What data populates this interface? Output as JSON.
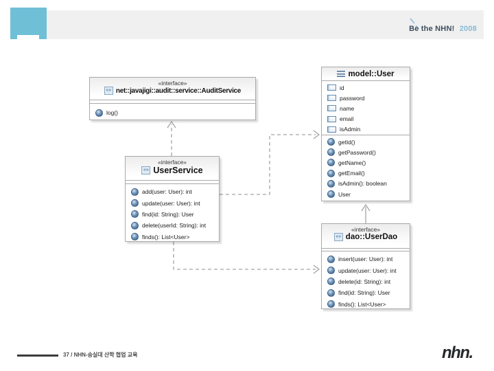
{
  "brand": {
    "text": "Be the NHN!",
    "year": "2008"
  },
  "footer": {
    "page_info": "37 / NHN-숭실대 산학 협업 교육",
    "logo_text": "nhn."
  },
  "colors": {
    "header_accent_blue": "#6fc0d6",
    "header_band_gray": "#f0f0f0",
    "brand_dark": "#3c4d5c",
    "brand_light_blue": "#85bad6",
    "box_border": "#a9a9a9",
    "connector_gray": "#a3a3a3",
    "method_icon_blue": "#31567e"
  },
  "diagram": {
    "classes": [
      {
        "id": "audit_service",
        "stereotype": "«interface»",
        "name": "net::javajigi::audit::service::AuditService",
        "fields": [],
        "methods": [
          "log()"
        ]
      },
      {
        "id": "user_service",
        "stereotype": "«interface»",
        "name": "UserService",
        "fields": [],
        "methods": [
          "add(user: User): int",
          "update(user: User): int",
          "find(id: String): User",
          "delete(userId: String): int",
          "finds(): List<User>"
        ]
      },
      {
        "id": "model_user",
        "stereotype": "",
        "name": "model::User",
        "fields": [
          "id",
          "password",
          "name",
          "email",
          "isAdmin"
        ],
        "methods": [
          "getId()",
          "getPassword()",
          "getName()",
          "getEmail()",
          "isAdmin(): boolean",
          "User"
        ]
      },
      {
        "id": "dao_userdao",
        "stereotype": "«interface»",
        "name": "dao::UserDao",
        "fields": [],
        "methods": [
          "insert(user: User): int",
          "update(user: User): int",
          "delete(id: String): int",
          "find(id: String): User",
          "finds(): List<User>"
        ]
      }
    ],
    "relations": [
      {
        "from": "UserService",
        "to": "net::javajigi::audit::service::AuditService",
        "type": "dependency"
      },
      {
        "from": "UserService",
        "to": "model::User",
        "type": "dependency"
      },
      {
        "from": "UserService",
        "to": "dao::UserDao",
        "type": "dependency"
      },
      {
        "from": "dao::UserDao",
        "to": "model::User",
        "type": "association"
      }
    ]
  }
}
